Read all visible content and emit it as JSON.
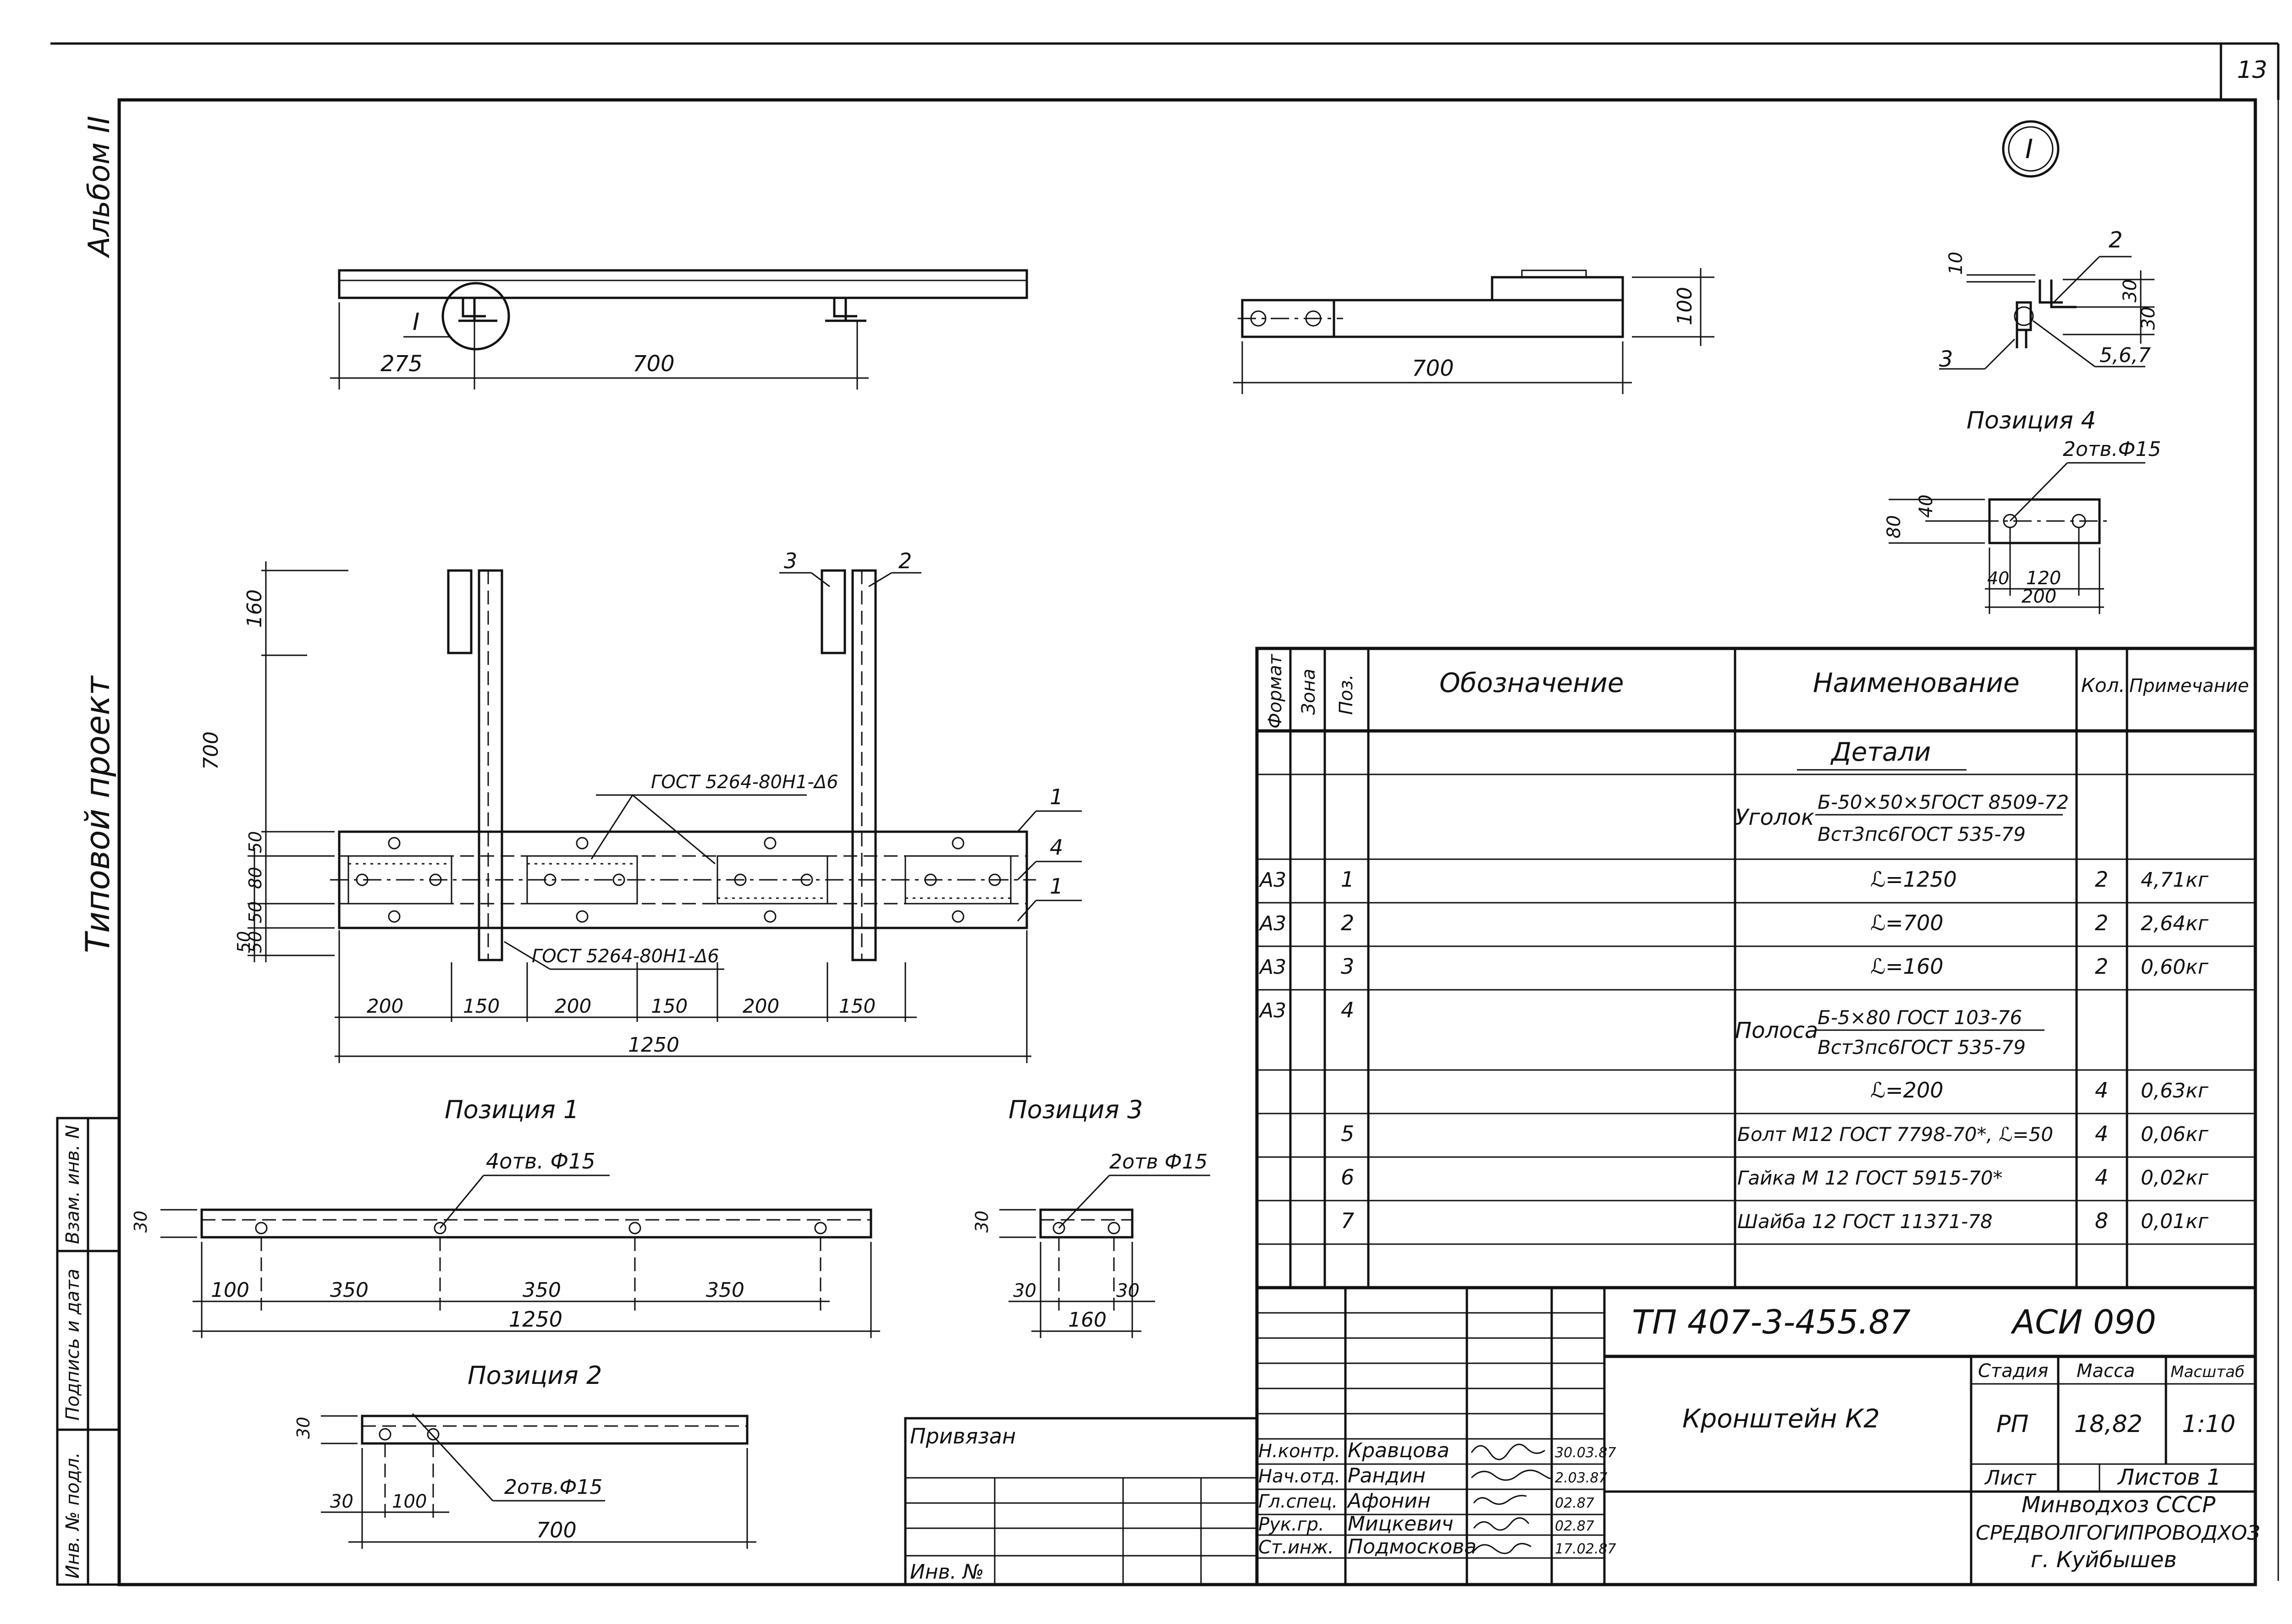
{
  "sheet": {
    "page_number": "13",
    "album": "Альбом II",
    "project_type": "Типовой проект",
    "detail_mark": "I"
  },
  "views": {
    "top": {
      "mark": "I",
      "dims": [
        "275",
        "700"
      ]
    },
    "side": {
      "dims": [
        "700",
        "100"
      ]
    },
    "plan": {
      "gost_top": "ГОСТ 5264-80Н1-Δ6",
      "gost_bottom": "ГОСТ 5264-80Н1-Δ6",
      "callouts": [
        "1",
        "4",
        "1",
        "2",
        "3"
      ],
      "vdims": [
        "160",
        "700",
        "50",
        "80",
        "50",
        "50",
        "50"
      ],
      "hdims": [
        "200",
        "150",
        "200",
        "150",
        "200",
        "150"
      ],
      "total": "1250"
    },
    "node": {
      "callouts": [
        "2",
        "3",
        "5,6,7"
      ],
      "dims": [
        "10",
        "30",
        "30"
      ]
    },
    "pos4": {
      "title": "Позиция 4",
      "holes": "2отв.Ф15",
      "dims": [
        "80",
        "40",
        "40",
        "120",
        "200"
      ]
    },
    "pos1": {
      "title": "Позиция 1",
      "holes": "4отв. Ф15",
      "dims": [
        "30",
        "100",
        "350",
        "350",
        "350",
        "1250"
      ]
    },
    "pos3": {
      "title": "Позиция 3",
      "holes": "2отв Ф15",
      "dims": [
        "30",
        "30",
        "30",
        "160"
      ]
    },
    "pos2": {
      "title": "Позиция 2",
      "holes": "2отв.Ф15",
      "dims": [
        "30",
        "30",
        "100",
        "700"
      ]
    }
  },
  "spec": {
    "headers": [
      "Формат",
      "Зона",
      "Поз.",
      "Обозначение",
      "Наименование",
      "Кол.",
      "Примечание"
    ],
    "section": "Детали",
    "angle_label": "Уголок",
    "angle_top": "Б-50×50×5ГОСТ 8509-72",
    "angle_bottom": "Вст3пс6ГОСТ 535-79",
    "strip_label": "Полоса",
    "strip_top": "Б-5×80 ГОСТ 103-76",
    "strip_bottom": "Вст3пс6ГОСТ 535-79",
    "rows": [
      {
        "fmt": "А3",
        "pos": "1",
        "name": "ℒ=1250",
        "qty": "2",
        "note": "4,71кг"
      },
      {
        "fmt": "А3",
        "pos": "2",
        "name": "ℒ=700",
        "qty": "2",
        "note": "2,64кг"
      },
      {
        "fmt": "А3",
        "pos": "3",
        "name": "ℒ=160",
        "qty": "2",
        "note": "0,60кг"
      },
      {
        "fmt": "А3",
        "pos": "4",
        "name": "",
        "qty": "",
        "note": ""
      },
      {
        "fmt": "",
        "pos": "",
        "name": "ℒ=200",
        "qty": "4",
        "note": "0,63кг"
      },
      {
        "fmt": "",
        "pos": "5",
        "name": "Болт М12 ГОСТ 7798-70*, ℒ=50",
        "qty": "4",
        "note": "0,06кг"
      },
      {
        "fmt": "",
        "pos": "6",
        "name": "Гайка М 12 ГОСТ 5915-70*",
        "qty": "4",
        "note": "0,02кг"
      },
      {
        "fmt": "",
        "pos": "7",
        "name": "Шайба 12 ГОСТ 11371-78",
        "qty": "8",
        "note": "0,01кг"
      }
    ]
  },
  "title_block": {
    "doc_code": "ТП  407-3-455.87",
    "sheet_code": "АСИ 090",
    "name": "Кронштейн К2",
    "stage_h": "Стадия",
    "mass_h": "Масса",
    "scale_h": "Масштаб",
    "stage": "РП",
    "mass": "18,82",
    "scale": "1:10",
    "sheet_label": "Лист",
    "sheets_label": "Листов 1",
    "org1": "Минводхоз СССР",
    "org2": "СРЕДВОЛГОГИПРОВОДХОЗ",
    "org3": "г. Куйбышев",
    "privyazan": "Привязан",
    "inv": "Инв. №",
    "staff": [
      {
        "role": "Н.контр.",
        "name": "Кравцова",
        "date": "30.03.87"
      },
      {
        "role": "Нач.отд.",
        "name": "Рандин",
        "date": "2.03.87"
      },
      {
        "role": "Гл.спец.",
        "name": "Афонин",
        "date": "02.87"
      },
      {
        "role": "Рук.гр.",
        "name": "Мицкевич",
        "date": "02.87"
      },
      {
        "role": "Ст.инж.",
        "name": "Подмоскова",
        "date": "17.02.87"
      }
    ]
  },
  "left_strip": {
    "vzam": "Взам. инв. N",
    "podpis": "Подпись и дата",
    "inv": "Инв. № подл."
  }
}
